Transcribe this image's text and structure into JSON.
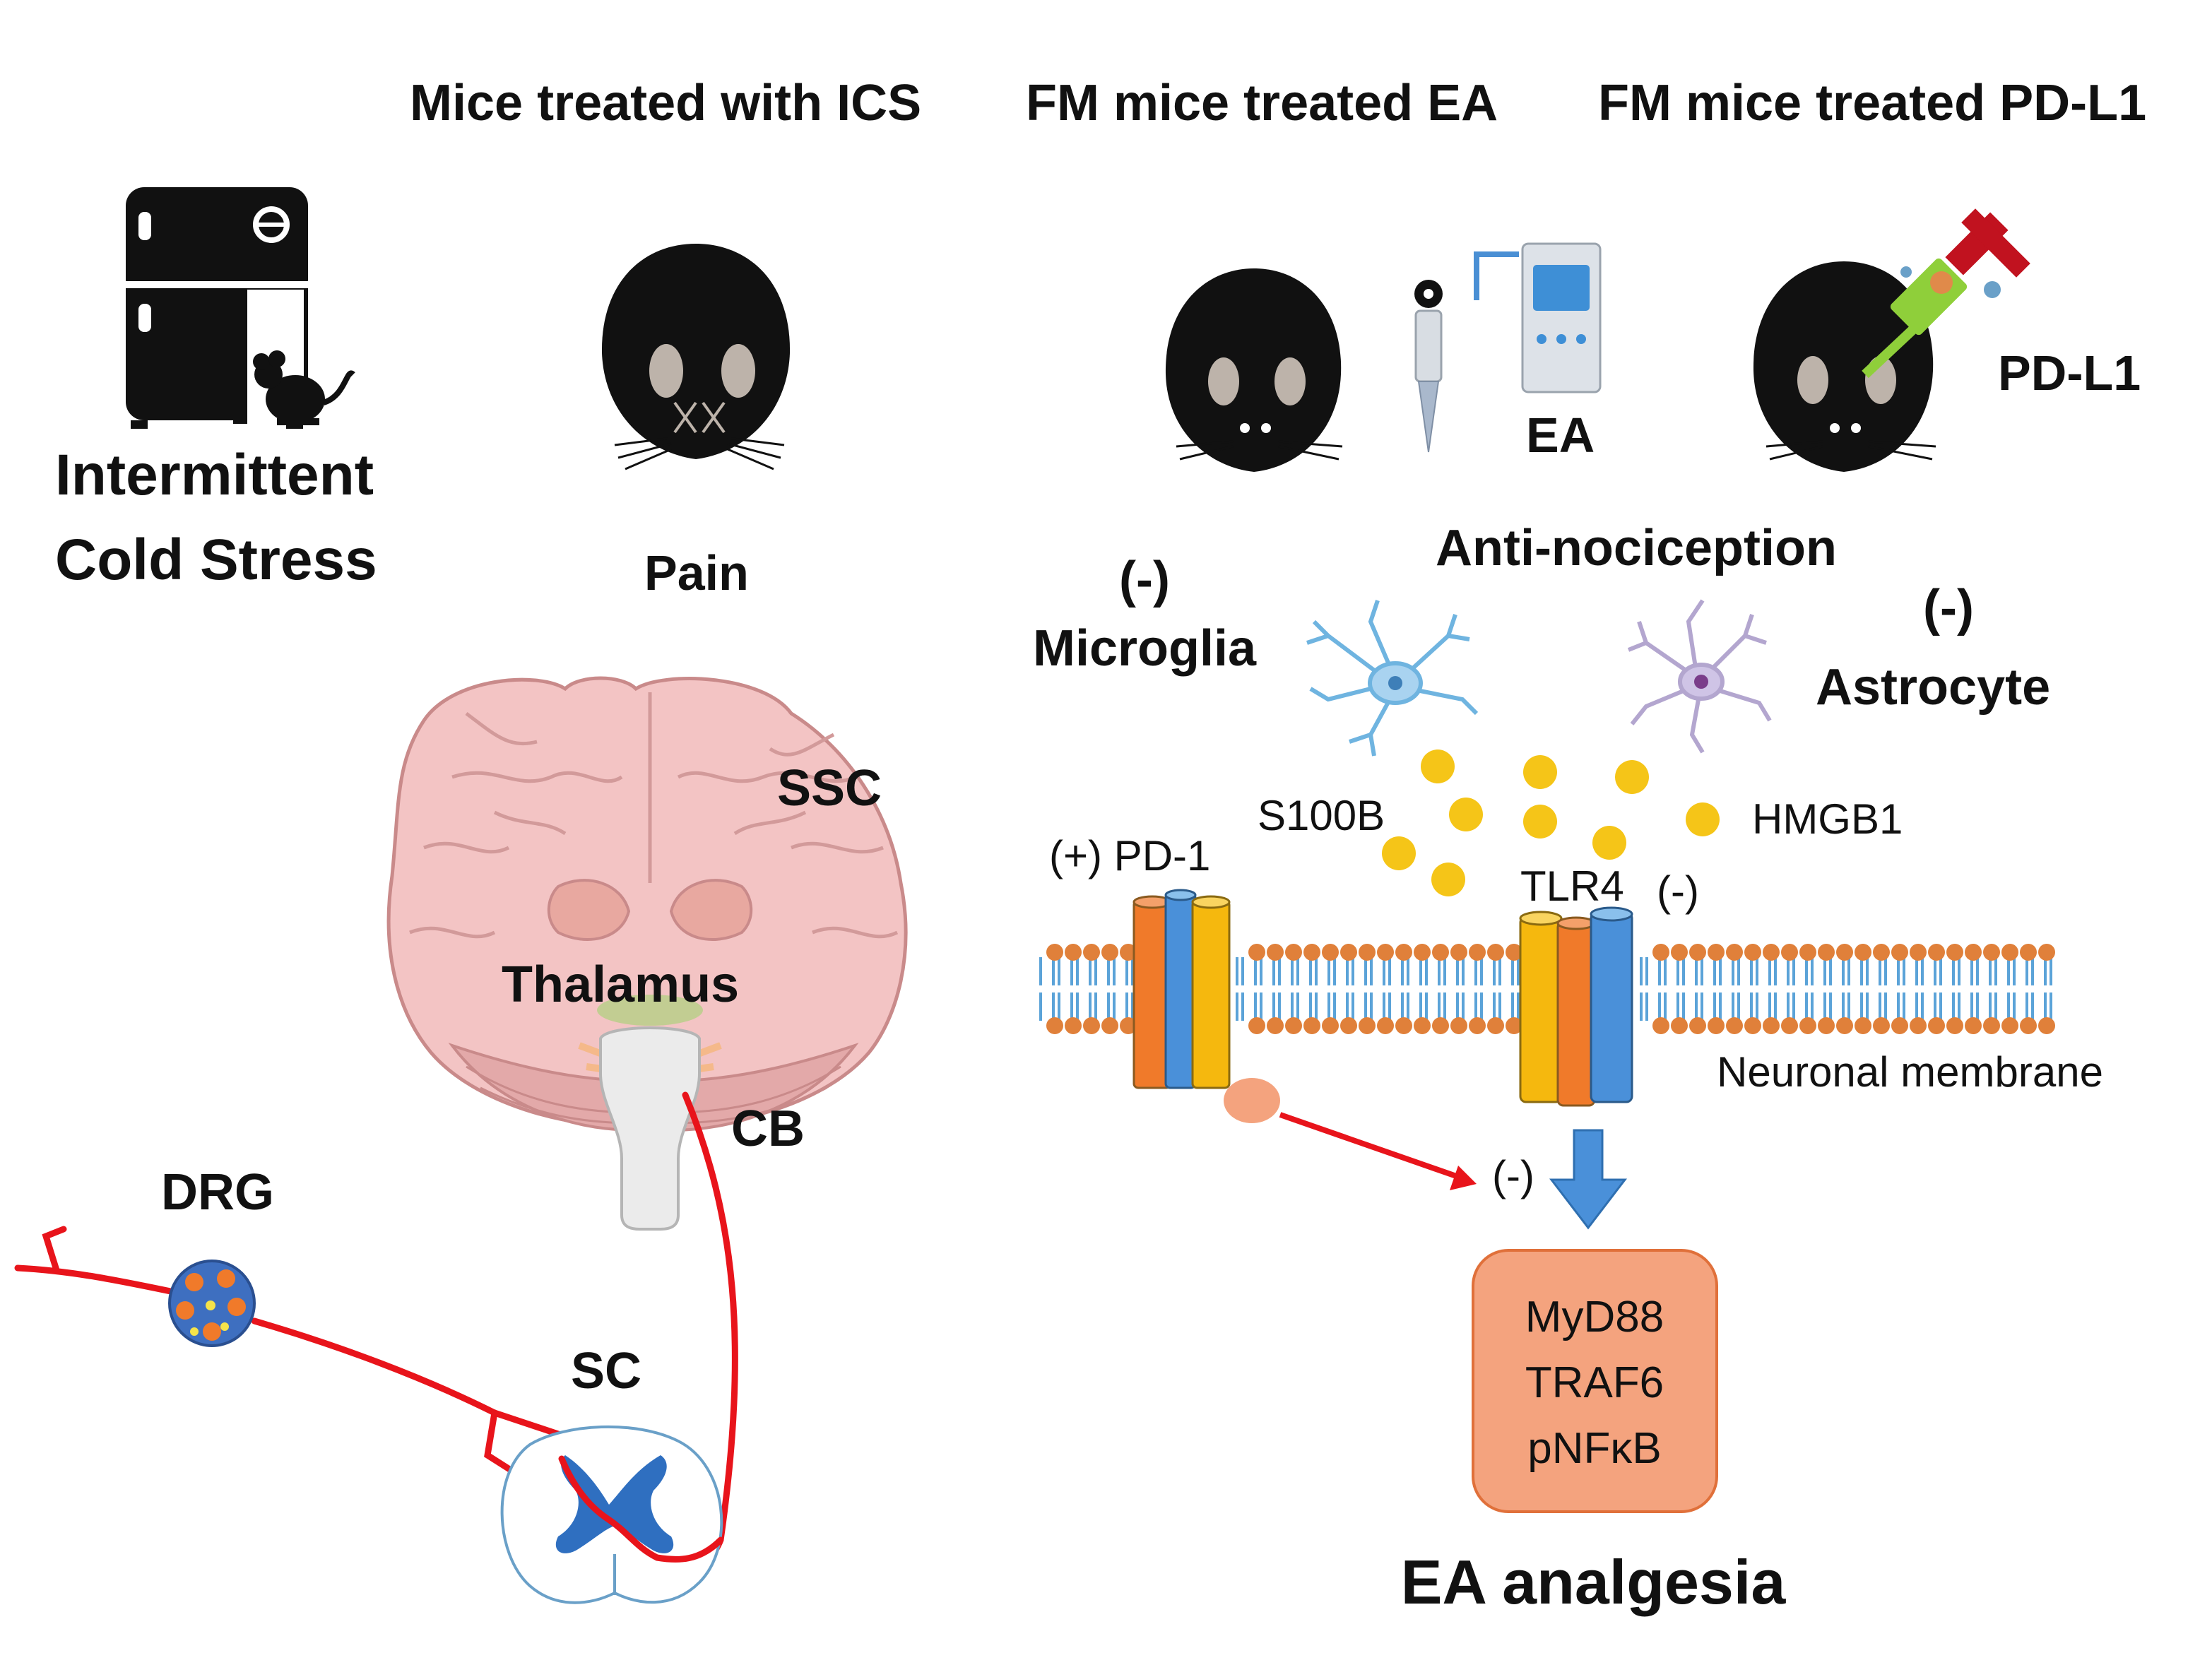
{
  "headings": {
    "ics": "Mice treated with ICS",
    "ea": "FM mice treated EA",
    "pdl1": "FM mice treated PD-L1"
  },
  "labels": {
    "ics_line1": "Intermittent",
    "ics_line2": "Cold Stress",
    "pain": "Pain",
    "ea_device": "EA",
    "pdl1_drug": "PD-L1",
    "anti_nociception": "Anti-nociception",
    "microglia_sign": "(-)",
    "microglia": "Microglia",
    "astrocyte_sign": "(-)",
    "astrocyte": "Astrocyte",
    "s100b": "S100B",
    "hmgb1": "HMGB1",
    "pd1": "(+) PD-1",
    "tlr4": "TLR4",
    "tlr4_sign": "(-)",
    "membrane": "Neuronal membrane",
    "arrow_sign": "(-)",
    "downstream": [
      "MyD88",
      "TRAF6",
      "pNFκB"
    ],
    "ea_analgesia": "EA analgesia",
    "ssc": "SSC",
    "thalamus": "Thalamus",
    "cb": "CB",
    "drg": "DRG",
    "sc": "SC"
  },
  "colors": {
    "pathway": "#e8141b",
    "membrane_head": "#e0803a",
    "membrane_tail": "#5ba3d8",
    "ligand": "#f5c518",
    "box_fill": "#f4a37e",
    "brain": "#f3c4c4",
    "spinal_gray": "#2f6fc0",
    "arrow_blue": "#4a90d9"
  }
}
